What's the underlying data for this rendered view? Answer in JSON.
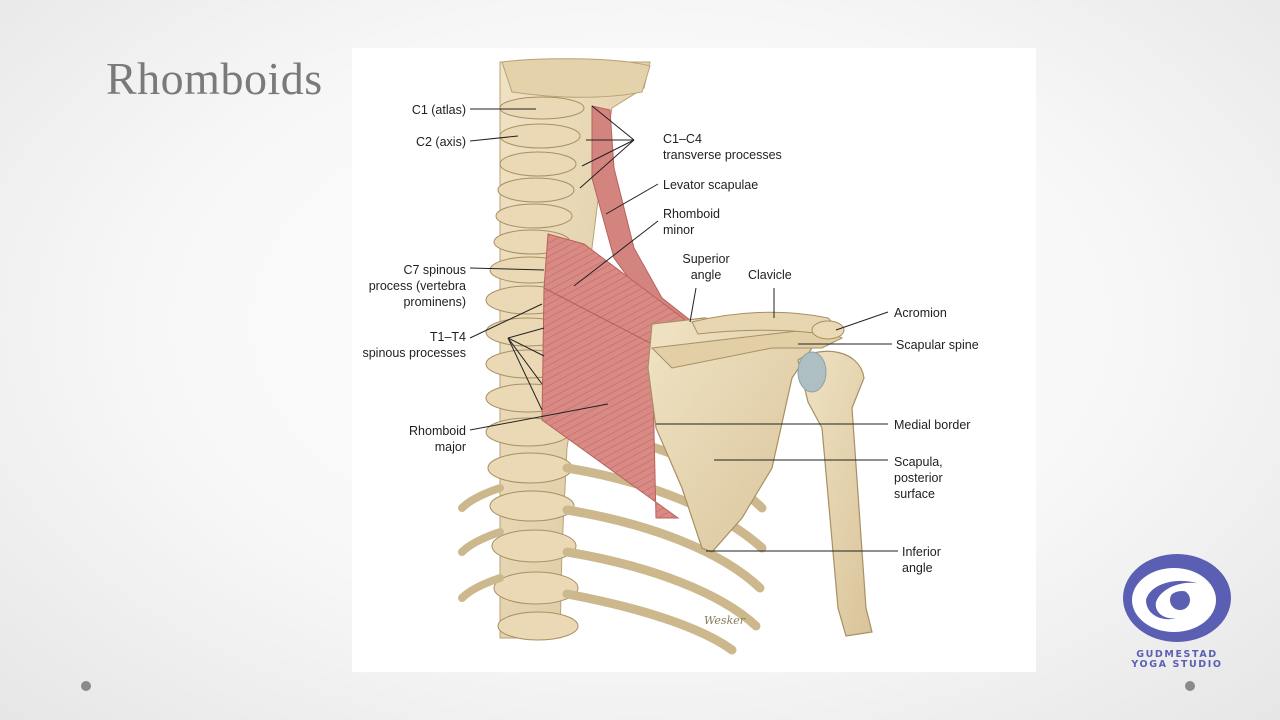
{
  "slide": {
    "title": "Rhomboids"
  },
  "figure": {
    "labels": {
      "c1_atlas": "C1 (atlas)",
      "c2_axis": "C2 (axis)",
      "c1_c4": "C1–C4\ntransverse processes",
      "levator_scapulae": "Levator scapulae",
      "rhomboid_minor": "Rhomboid\nminor",
      "superior_angle": "Superior\nangle",
      "clavicle": "Clavicle",
      "c7_spinous": "C7 spinous\nprocess (vertebra\nprominens)",
      "acromion": "Acromion",
      "scapular_spine": "Scapular spine",
      "t1_t4": "T1–T4\nspinous processes",
      "medial_border": "Medial border",
      "rhomboid_major": "Rhomboid\nmajor",
      "scapula_posterior": "Scapula,\nposterior\nsurface",
      "inferior_angle": "Inferior\nangle"
    },
    "signature": "Wesker"
  },
  "logo": {
    "name_line1": "Gudmestad",
    "name_line2": "Yoga Studio",
    "accent_color": "#5b5fb4"
  },
  "colors": {
    "bone": "#e8d8b4",
    "bone_shadow": "#cdb88e",
    "muscle": "#d98a84",
    "muscle_dark": "#b8625d",
    "cartilage": "#aebfc4"
  }
}
